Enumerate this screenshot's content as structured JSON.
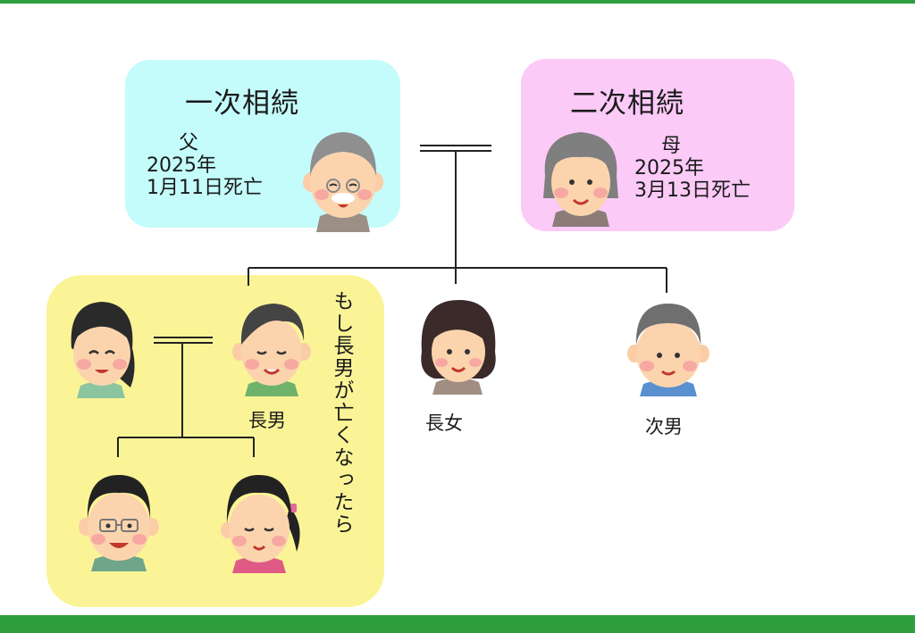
{
  "primary": {
    "title": "一次相続",
    "role": "父",
    "year": "2025年",
    "date": "1月11日死亡"
  },
  "secondary": {
    "title": "二次相続",
    "role": "母",
    "year": "2025年",
    "date": "3月13日死亡"
  },
  "children": {
    "eldest_son": "長男",
    "eldest_daughter": "長女",
    "second_son": "次男"
  },
  "scenario": {
    "caption": "もし長男が亡くなったら"
  },
  "colors": {
    "accent_green": "#2e9e3e",
    "primary_panel": "#c4fbfb",
    "secondary_panel": "#fbcaf7",
    "scenario_panel": "#fbf497"
  },
  "icons": [
    "grandfather-face-icon",
    "grandmother-face-icon",
    "wife-face-icon",
    "eldest-son-face-icon",
    "daughter-face-icon",
    "second-son-face-icon",
    "grandson-face-icon",
    "granddaughter-face-icon"
  ]
}
